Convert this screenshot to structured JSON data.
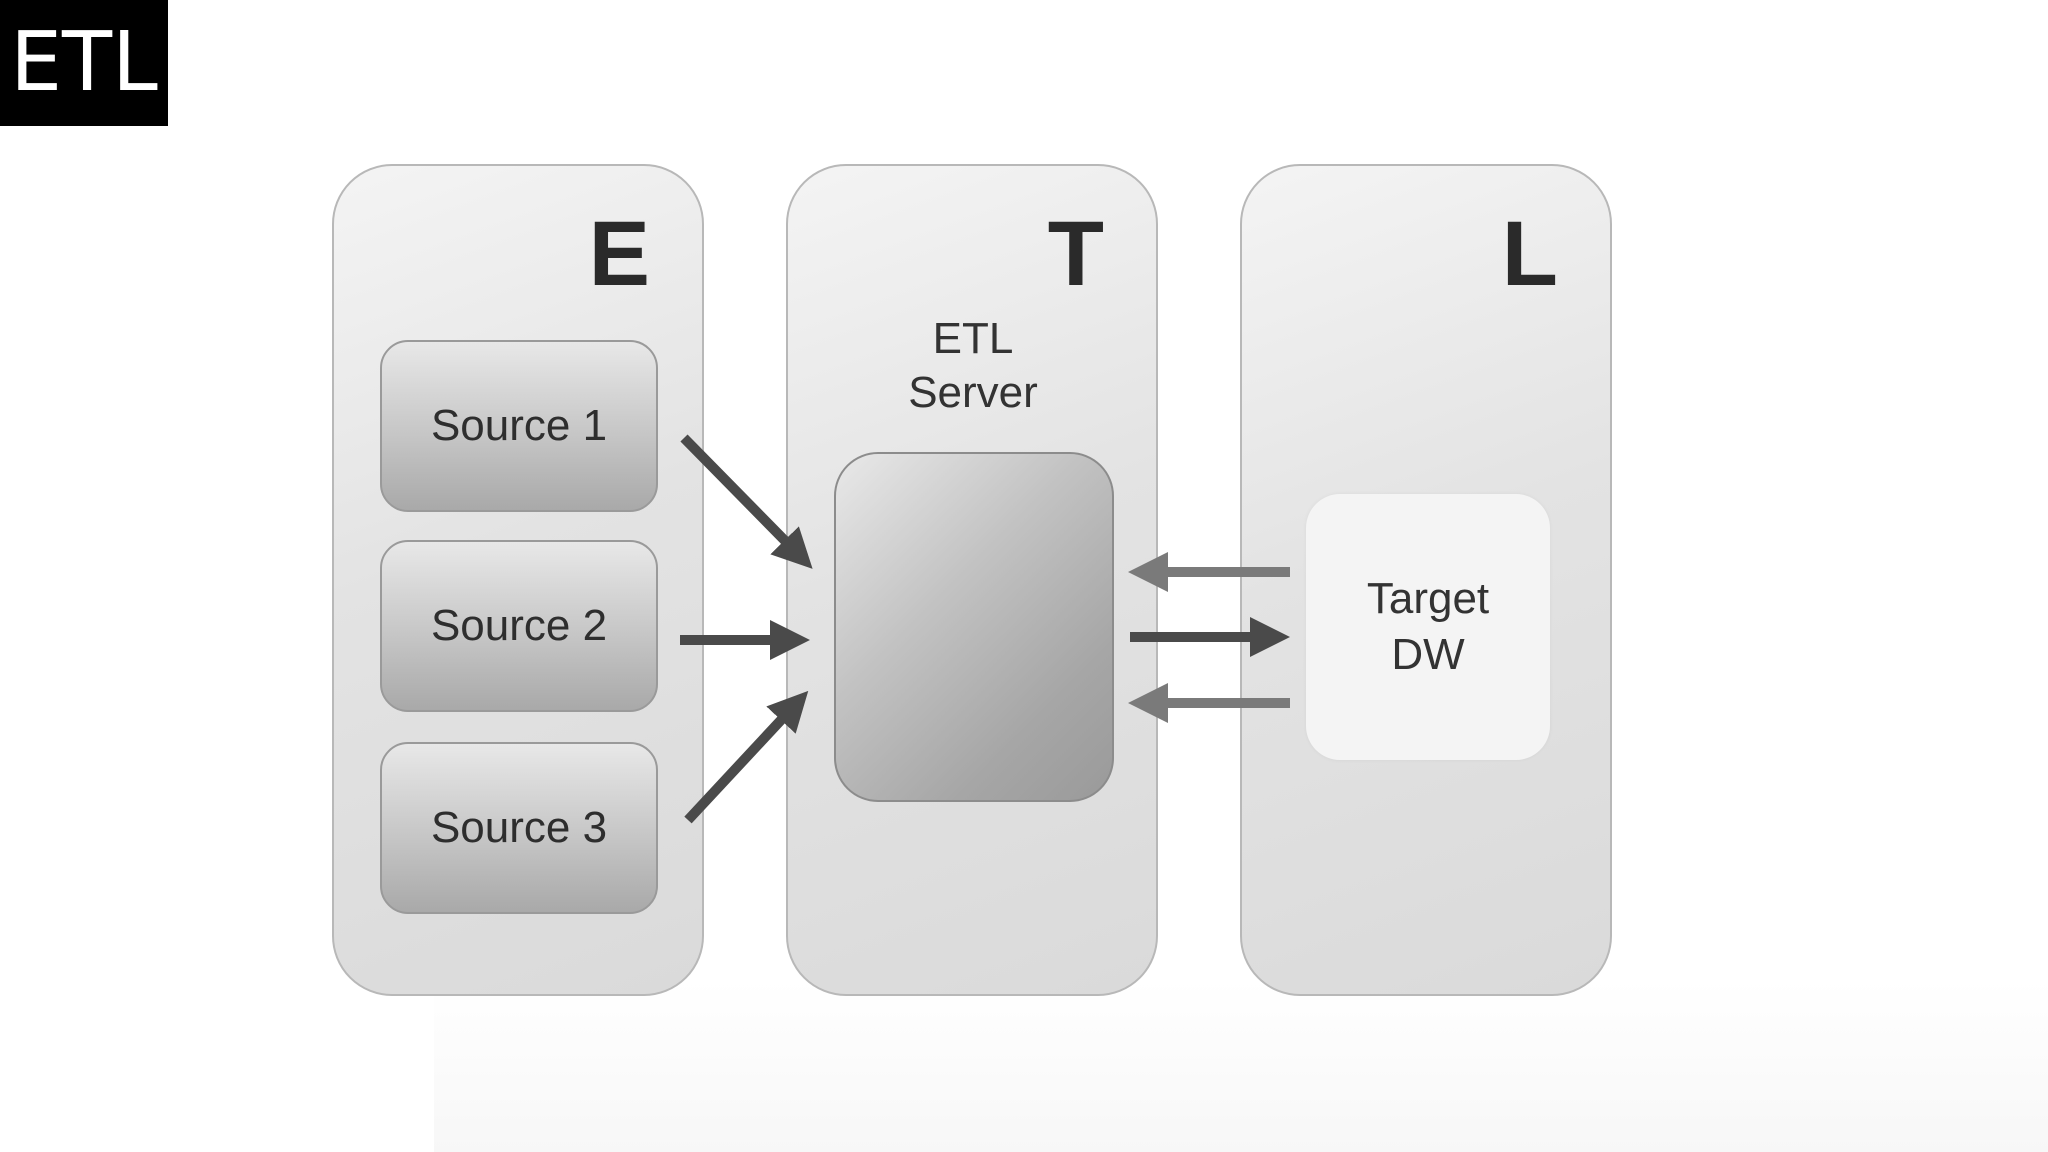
{
  "header": {
    "title": "ETL"
  },
  "panels": [
    {
      "letter": "E"
    },
    {
      "letter": "T"
    },
    {
      "letter": "L"
    }
  ],
  "sources": [
    "Source 1",
    "Source 2",
    "Source 3"
  ],
  "server": {
    "line1": "ETL",
    "line2": "Server"
  },
  "target": {
    "line1": "Target",
    "line2": "DW"
  },
  "colors": {
    "arrow_dark": "#4a4a4a",
    "arrow_light": "#7a7a7a",
    "title_bg": "#000000"
  }
}
